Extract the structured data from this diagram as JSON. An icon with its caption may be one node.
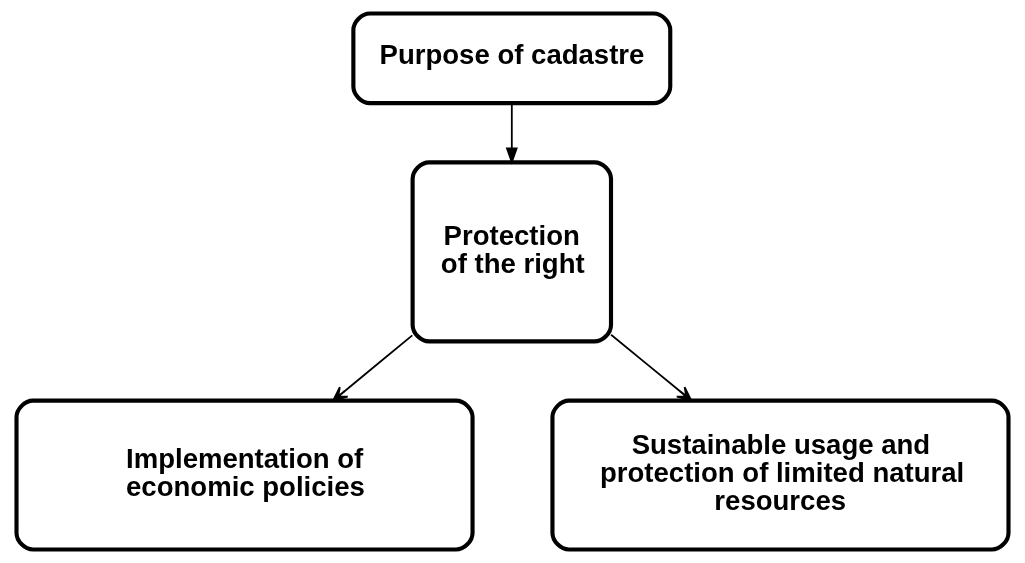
{
  "diagram": {
    "nodes": [
      {
        "text": [
          "Purpose of cadastre"
        ]
      },
      {
        "text": [
          "Protection of the right"
        ]
      },
      {
        "text": [
          "Implementation of economic policies"
        ]
      },
      {
        "text": [
          "Sustainable usage and protection of limited natural resources"
        ]
      }
    ],
    "edges": [
      {
        "from": 0,
        "to": 1,
        "arrow": "to"
      },
      {
        "from": 1,
        "to": 2,
        "arrow": "to"
      },
      {
        "from": 1,
        "to": 3,
        "arrow": "to"
      }
    ]
  }
}
